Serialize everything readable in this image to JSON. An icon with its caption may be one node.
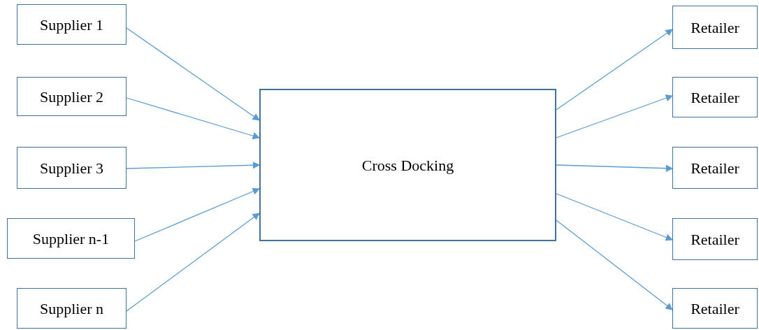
{
  "diagram": {
    "nodes": [
      {
        "text": [
          "Supplier 1"
        ]
      },
      {
        "text": [
          "Supplier 2"
        ]
      },
      {
        "text": [
          "Supplier 3"
        ]
      },
      {
        "text": [
          "Supplier n-1"
        ]
      },
      {
        "text": [
          "Supplier n"
        ]
      },
      {
        "text": [
          "Cross Docking"
        ]
      },
      {
        "text": [
          "Retailer"
        ]
      },
      {
        "text": [
          "Retailer"
        ]
      },
      {
        "text": [
          "Retailer"
        ]
      },
      {
        "text": [
          "Retailer"
        ]
      },
      {
        "text": [
          "Retailer"
        ]
      }
    ],
    "edges": [
      {
        "from": 0,
        "to": 5,
        "arrow": "to"
      },
      {
        "from": 1,
        "to": 5,
        "arrow": "to"
      },
      {
        "from": 2,
        "to": 5,
        "arrow": "to"
      },
      {
        "from": 3,
        "to": 5,
        "arrow": "to"
      },
      {
        "from": 4,
        "to": 5,
        "arrow": "to"
      },
      {
        "from": 5,
        "to": 6,
        "arrow": "to"
      },
      {
        "from": 5,
        "to": 7,
        "arrow": "to"
      },
      {
        "from": 5,
        "to": 8,
        "arrow": "to"
      },
      {
        "from": 5,
        "to": 9,
        "arrow": "to"
      },
      {
        "from": 5,
        "to": 10,
        "arrow": "to"
      }
    ]
  }
}
